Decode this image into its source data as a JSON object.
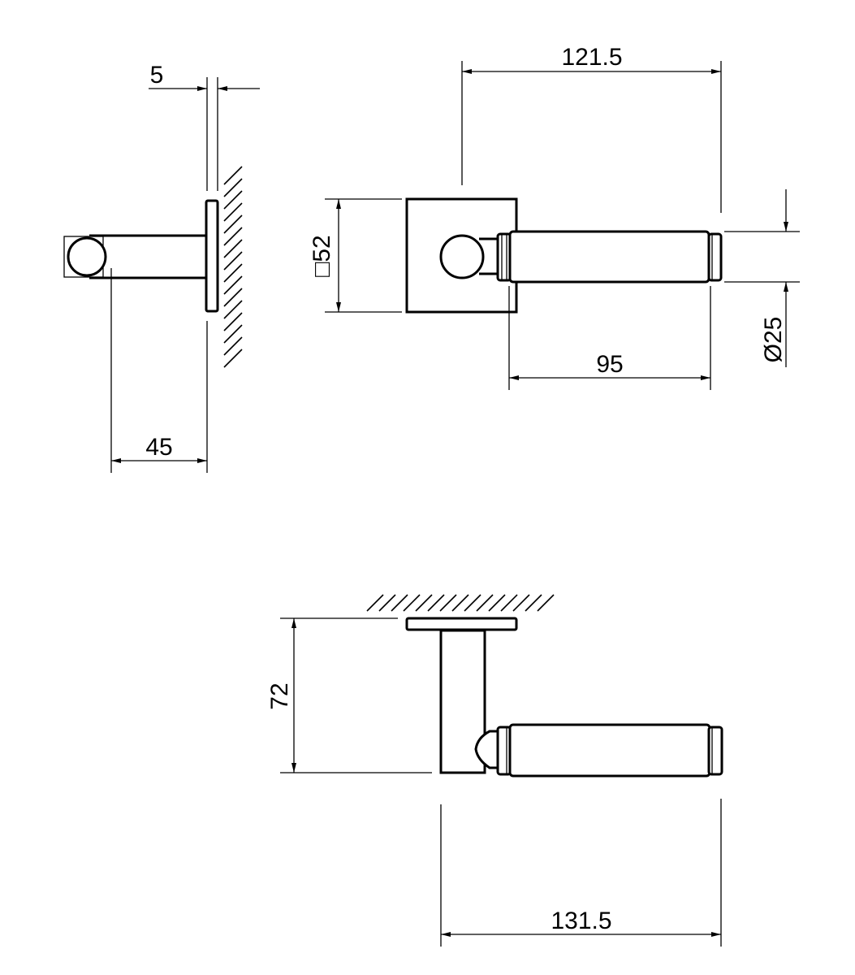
{
  "dimensions": {
    "rosette_thickness": "5",
    "projection": "45",
    "total_length_front": "121.5",
    "rosette_size": "□52",
    "lever_grip_length": "95",
    "lever_diameter": "Ø25",
    "projection_top": "72",
    "total_length_top": "131.5"
  },
  "colors": {
    "line": "#000000",
    "background": "#ffffff"
  }
}
